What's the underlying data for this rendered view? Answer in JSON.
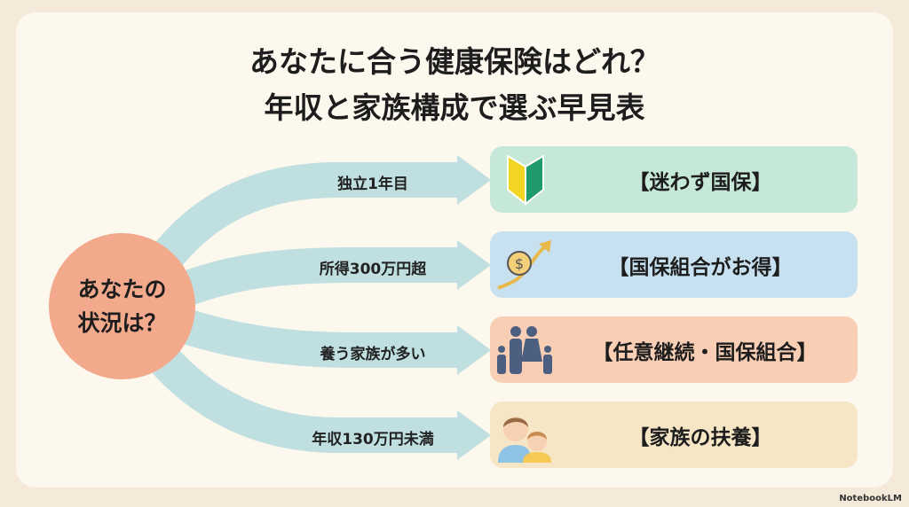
{
  "title": {
    "line1": "あなたに合う健康保険はどれ？",
    "line2": "年収と家族構成で選ぶ早見表"
  },
  "center": {
    "line1": "あなたの",
    "line2": "状況は？"
  },
  "branches": [
    {
      "condition": "独立1年目",
      "result": "【迷わず国保】",
      "icon": "beginner-mark-icon",
      "color": "#c6e8d8"
    },
    {
      "condition": "所得300万円超",
      "result": "【国保組合がお得】",
      "icon": "money-growth-icon",
      "color": "#c7e1f1"
    },
    {
      "condition": "養う家族が多い",
      "result": "【任意継続・国保組合】",
      "icon": "family-icon",
      "color": "#f8ceb5"
    },
    {
      "condition": "年収130万円未満",
      "result": "【家族の扶養】",
      "icon": "parent-child-icon",
      "color": "#f6e6c5"
    }
  ],
  "watermark": "NotebookLM",
  "colors": {
    "arrow": "#bfdfe0",
    "circle": "#f3a98c"
  }
}
